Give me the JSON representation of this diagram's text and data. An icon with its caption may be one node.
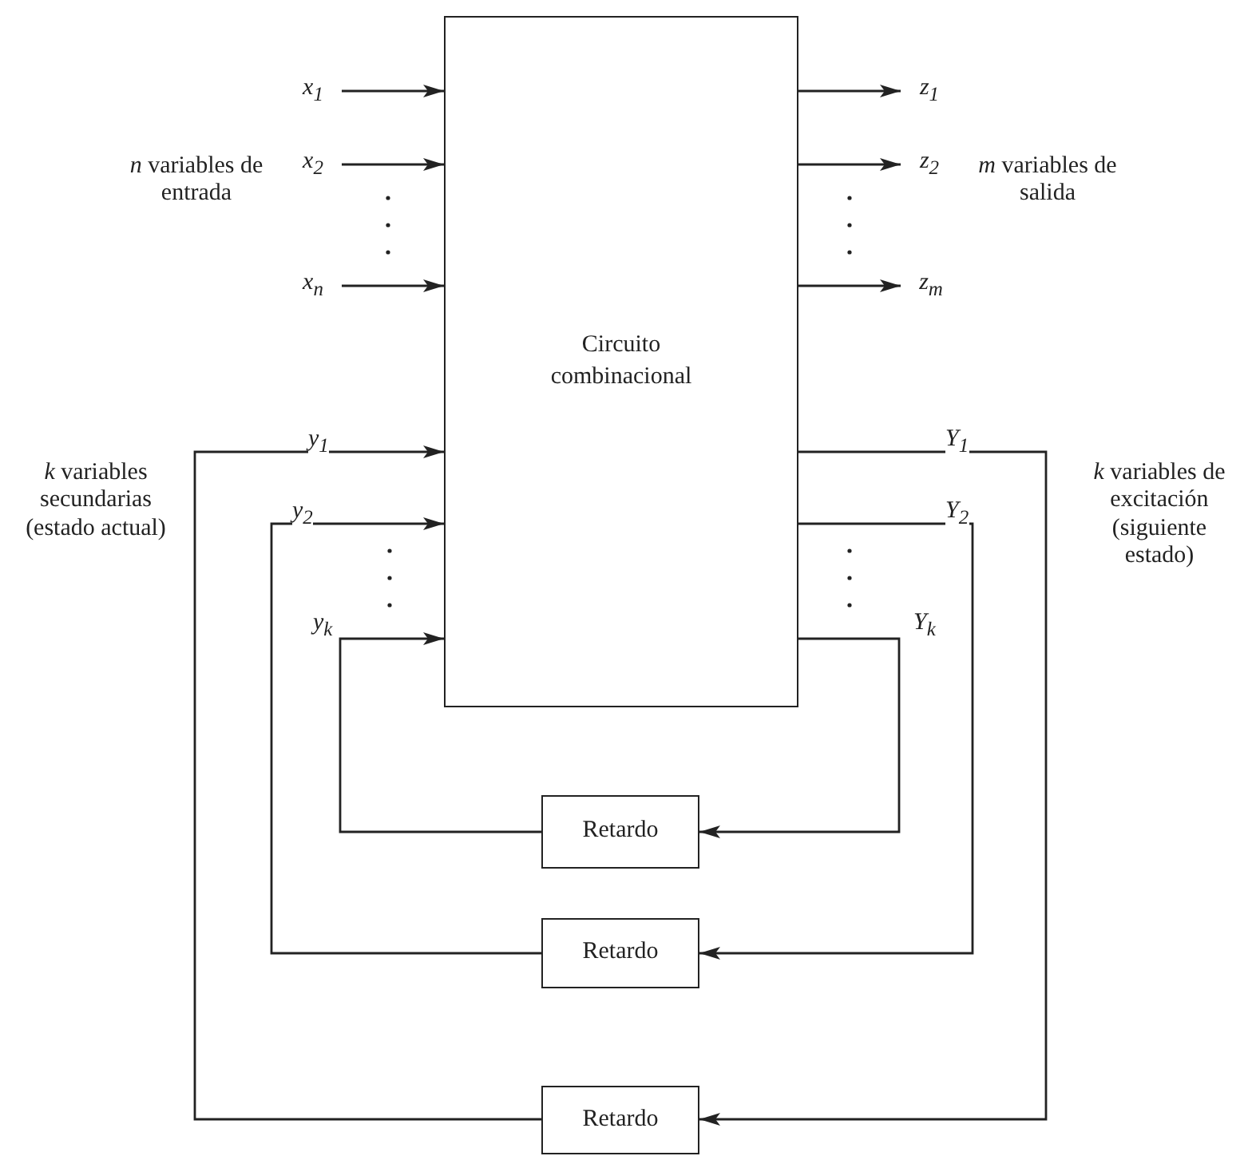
{
  "diagram": {
    "nodes": [
      {
        "text": [
          "Circuito combinacional"
        ]
      },
      {
        "text": [
          "x$_{1}$"
        ]
      },
      {
        "text": [
          "x$_{2}$"
        ]
      },
      {
        "text": [
          "x$_{n}$"
        ]
      },
      {
        "text": [
          "z$_{1}$"
        ]
      },
      {
        "text": [
          "z$_{2}$"
        ]
      },
      {
        "text": [
          "z$_{m}$"
        ]
      },
      {
        "text": [
          "Retardo"
        ]
      },
      {
        "text": [
          "Retardo"
        ]
      },
      {
        "text": [
          "Retardo"
        ]
      }
    ],
    "edges": [
      {
        "from": 1,
        "to": 0,
        "arrow": "to"
      },
      {
        "from": 2,
        "to": 0,
        "arrow": "to"
      },
      {
        "from": 3,
        "to": 0,
        "arrow": "to"
      },
      {
        "from": 0,
        "to": 4,
        "arrow": "to"
      },
      {
        "from": 0,
        "to": 5,
        "arrow": "to"
      },
      {
        "from": 0,
        "to": 6,
        "arrow": "to"
      },
      {
        "from": 0,
        "to": 9,
        "arrow": "to",
        "label": "Y$_{1}$"
      },
      {
        "from": 9,
        "to": 0,
        "arrow": "to",
        "label": "y$_{1}$"
      },
      {
        "from": 0,
        "to": 8,
        "arrow": "to",
        "label": "Y$_{2}$"
      },
      {
        "from": 8,
        "to": 0,
        "arrow": "to",
        "label": "y$_{2}$"
      },
      {
        "from": 0,
        "to": 7,
        "arrow": "to",
        "label": "Y$_{k}$"
      },
      {
        "from": 7,
        "to": 0,
        "arrow": "to",
        "label": "y$_{k}$"
      }
    ],
    "labels": [
      "*n* variables de entrada",
      "*m* variables de salida",
      "*k* variables secundarias (estado actual)",
      "*k* variables de excitación (siguiente estado)"
    ]
  }
}
